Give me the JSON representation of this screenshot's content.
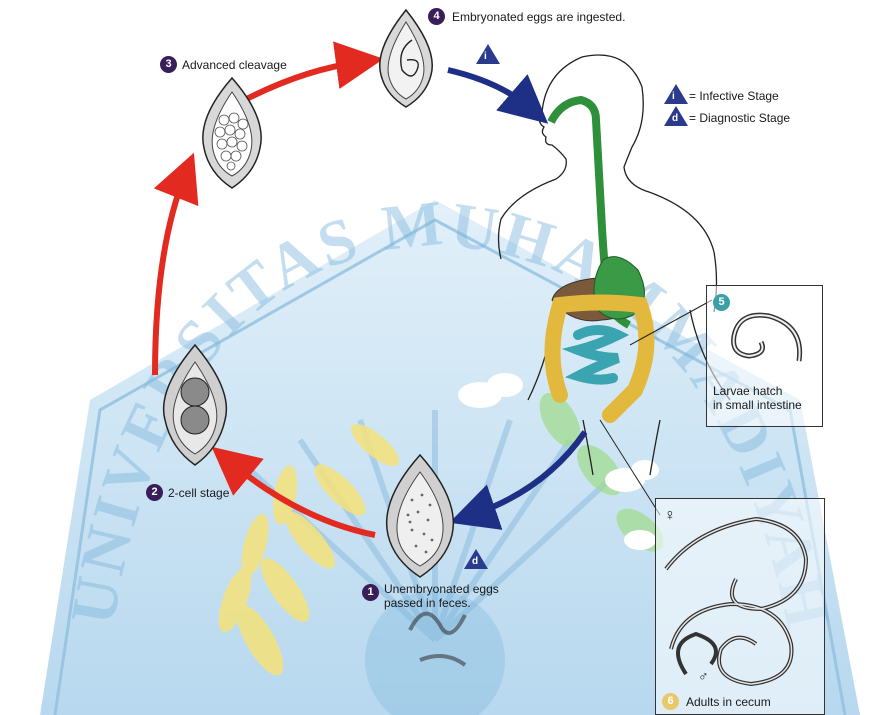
{
  "stages": [
    {
      "num": "1",
      "line1": "Unembryonated eggs",
      "line2": "passed in feces."
    },
    {
      "num": "2",
      "line1": "2-cell stage"
    },
    {
      "num": "3",
      "line1": "Advanced cleavage"
    },
    {
      "num": "4",
      "line1": "Embryonated eggs are ingested."
    },
    {
      "num": "5",
      "line1": "Larvae hatch",
      "line2": "in small intestine"
    },
    {
      "num": "6",
      "line1": "Adults in cecum"
    }
  ],
  "legend": {
    "infective_symbol": "i",
    "infective_text": "= Infective Stage",
    "diagnostic_symbol": "d",
    "diagnostic_text": "= Diagnostic Stage"
  },
  "symbols": {
    "female": "♀",
    "male": "♂"
  },
  "watermark": {
    "text": "UNIVERSITAS MUHAMMADIYAH"
  },
  "colors": {
    "red_arrow": "#e32a20",
    "blue_arrow": "#1e2f86",
    "badge_purple": "#3a1e5a",
    "badge_teal": "#3aa0a8",
    "badge_gold": "#e8c86a",
    "watermark": "#9cc8e8"
  }
}
